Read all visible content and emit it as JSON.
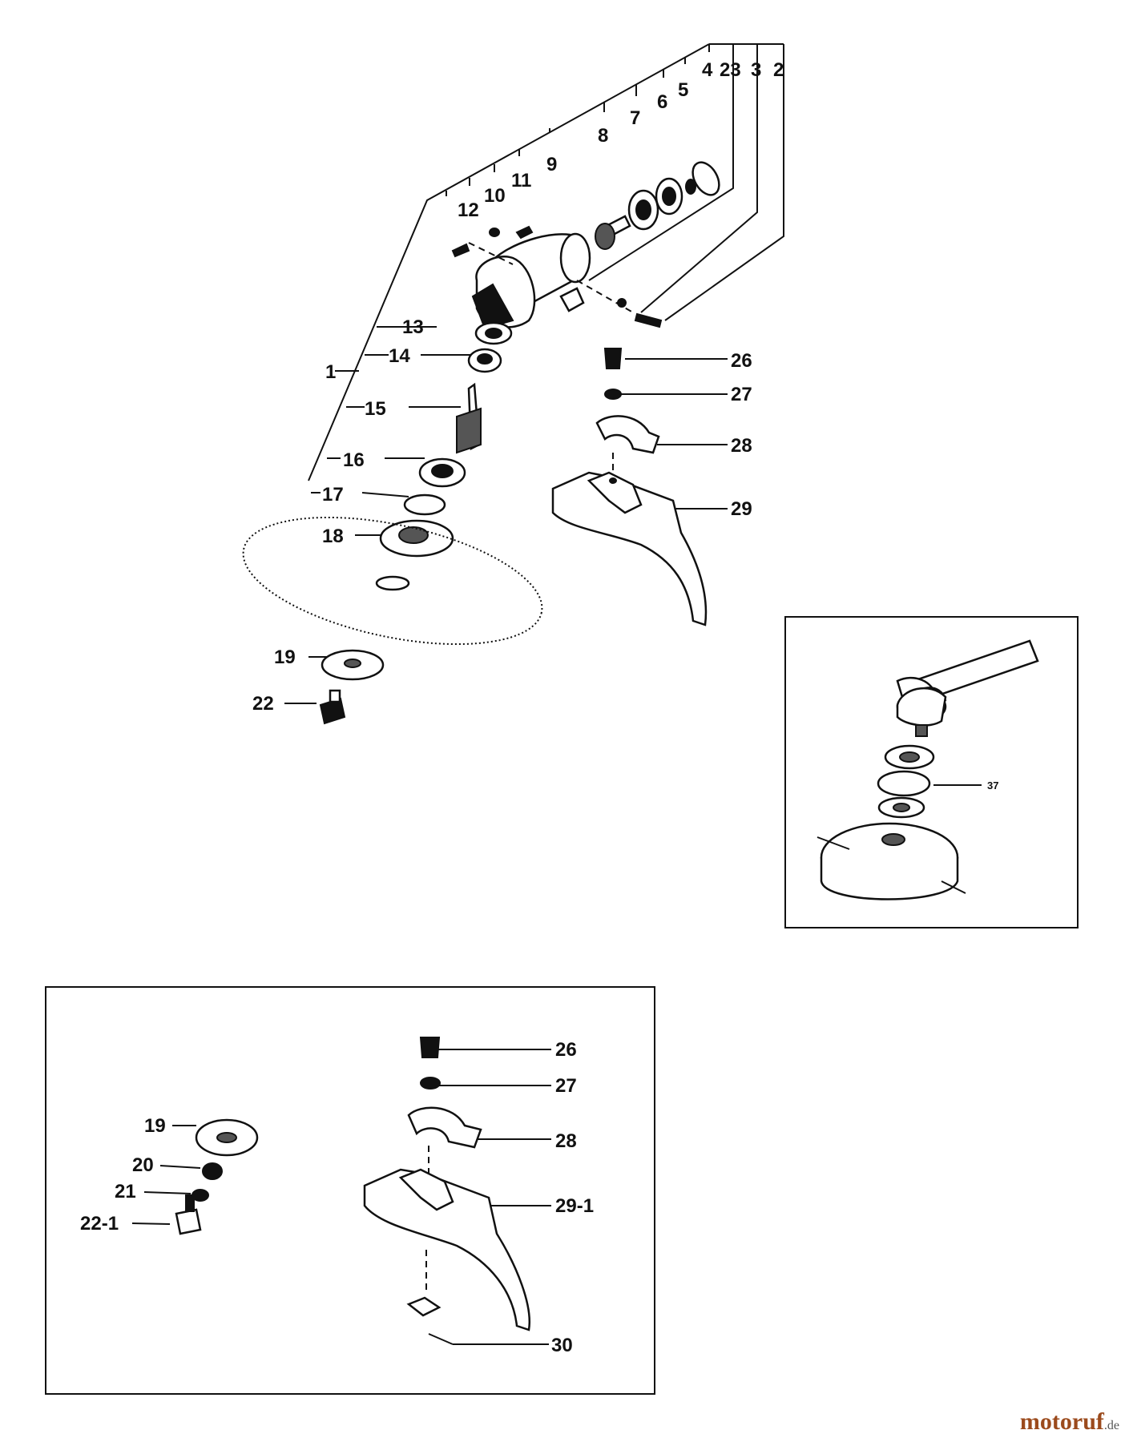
{
  "main_labels": {
    "l1": "1",
    "l2": "2",
    "l3": "3",
    "l4": "4",
    "l5": "5",
    "l6": "6",
    "l7": "7",
    "l8": "8",
    "l9": "9",
    "l10": "10",
    "l11": "11",
    "l12": "12",
    "l13": "13",
    "l14": "14",
    "l15": "15",
    "l16": "16",
    "l17": "17",
    "l18": "18",
    "l19": "19",
    "l22": "22",
    "l23": "23",
    "l26": "26",
    "l27": "27",
    "l28": "28",
    "l29": "29"
  },
  "inset_label": "37",
  "alt_labels": {
    "l19": "19",
    "l20": "20",
    "l21": "21",
    "l22_1": "22-1",
    "l26": "26",
    "l27": "27",
    "l28": "28",
    "l29_1": "29-1",
    "l30": "30"
  },
  "watermark": {
    "name": "motoruf",
    "tld": ".de",
    "accent_color": "#9b4a1c"
  }
}
